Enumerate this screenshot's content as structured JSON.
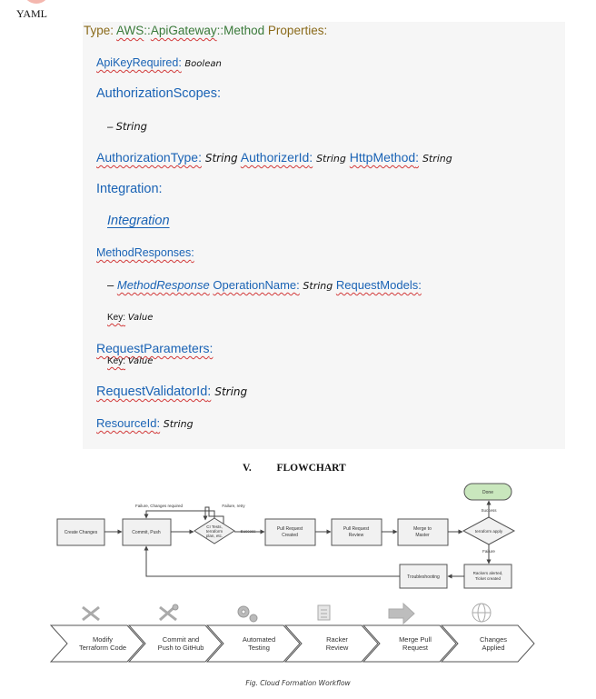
{
  "header": {
    "yaml_label": "YAML"
  },
  "code": {
    "type_kw": "Type:",
    "type_name_aws": "AWS",
    "type_sep1": "::",
    "type_name_api": "ApiGateway",
    "type_sep2": "::",
    "type_name_method": "Method",
    "type_props": "Properties:",
    "lines": {
      "api_key_key": "ApiKeyRequired",
      "api_key_val": "Boolean",
      "auth_scopes_key": "AuthorizationScopes",
      "auth_scopes_item": "String",
      "auth_type_key": "AuthorizationType",
      "auth_type_val": "String",
      "authorizer_key": "AuthorizerId",
      "authorizer_val": "String",
      "http_key": "HttpMethod",
      "http_val": "String",
      "integration_key": "Integration",
      "integration_type": "Integration",
      "method_resp_key": "MethodResponses",
      "method_resp_item": "MethodResponse",
      "operation_key": "OperationName",
      "operation_val": "String",
      "req_models_key": "RequestModels",
      "kv_key": "Key",
      "kv_val": "Value",
      "req_params_key": "RequestParameters",
      "kv2_key": "Key",
      "kv2_val": "Value",
      "validator_key": "RequestValidatorId",
      "validator_val": "String",
      "resource_key": "ResourceId",
      "resource_val": "String"
    },
    "colon": ":",
    "dash": "–"
  },
  "section": {
    "number": "V.",
    "title": "FLOWCHART"
  },
  "flowchart": {
    "nodes": {
      "create": "Create Changes",
      "commit": "Commit, Push",
      "ci": [
        "CI Tests,",
        "terraform",
        "plan, etc."
      ],
      "pr_created": [
        "Pull Request",
        "Created"
      ],
      "pr_review": [
        "Pull Request",
        "Review"
      ],
      "merge": [
        "Merge to",
        "Master"
      ],
      "apply": "terraform apply",
      "done": "Done",
      "rackers": [
        "Rackers alerted,",
        "Ticket created"
      ],
      "troubleshooting": "Troubleshooting"
    },
    "edges": {
      "failure_changes": "Failure, Changes required",
      "failure_retry": "Failure, retry",
      "success1": "Success",
      "success2": "Success",
      "failure2": "Failure"
    }
  },
  "workflow": {
    "steps": [
      {
        "label1": "Modify",
        "label2": "Terraform Code",
        "icon": "tools-icon"
      },
      {
        "label1": "Commit and",
        "label2": "Push to GitHub",
        "icon": "wrench-screwdriver-icon"
      },
      {
        "label1": "Automated",
        "label2": "Testing",
        "icon": "gears-icon"
      },
      {
        "label1": "Racker",
        "label2": "Review",
        "icon": "clipboard-icon"
      },
      {
        "label1": "Merge Pull",
        "label2": "Request",
        "icon": "arrow-icon"
      },
      {
        "label1": "Changes",
        "label2": "Applied",
        "icon": "globe-icon"
      }
    ]
  },
  "caption": "Fig. Cloud Formation Workflow"
}
